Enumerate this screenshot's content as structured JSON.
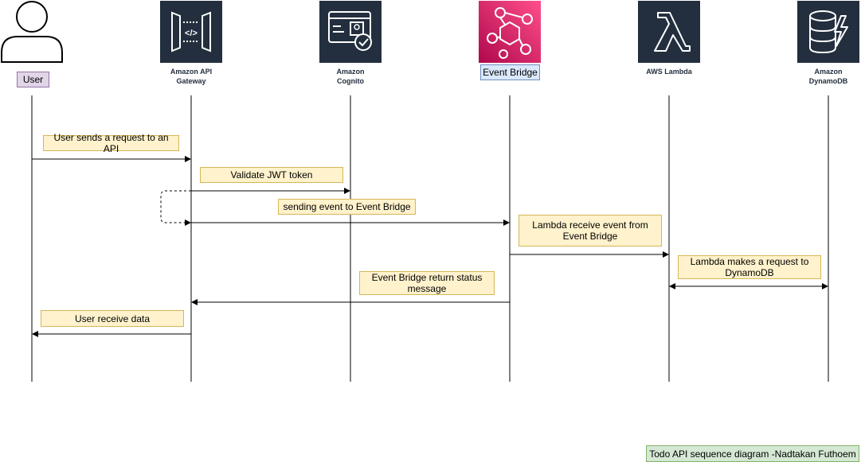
{
  "participants": {
    "user": {
      "label": "User",
      "icon": "user-icon"
    },
    "api_gateway": {
      "line1": "Amazon API",
      "line2": "Gateway",
      "icon": "api-gateway-icon",
      "color": "#232f3e"
    },
    "cognito": {
      "line1": "Amazon",
      "line2": "Cognito",
      "icon": "cognito-icon",
      "color": "#232f3e"
    },
    "event_bridge": {
      "label": "Event Bridge",
      "icon": "eventbridge-icon",
      "color": "#e7157b"
    },
    "lambda": {
      "line1": "AWS Lambda",
      "icon": "lambda-icon",
      "color": "#232f3e"
    },
    "dynamodb": {
      "line1": "Amazon",
      "line2": "DynamoDB",
      "icon": "dynamodb-icon",
      "color": "#232f3e"
    }
  },
  "messages": [
    {
      "id": "m1",
      "text": "User sends a request to an API"
    },
    {
      "id": "m2",
      "text": "Validate JWT token"
    },
    {
      "id": "m3",
      "text": "sending event to Event Bridge"
    },
    {
      "id": "m4",
      "line1": "Lambda receive event from",
      "line2": "Event Bridge"
    },
    {
      "id": "m5",
      "line1": "Lambda makes a request to",
      "line2": "DynamoDB"
    },
    {
      "id": "m6",
      "line1": "Event Bridge return status",
      "line2": "message"
    },
    {
      "id": "m7",
      "text": "User receive data"
    }
  ],
  "footer": {
    "text": "Todo API sequence diagram -Nadtakan Futhoem"
  },
  "colors": {
    "note_fill": "#fff2cc",
    "note_border": "#d6b656",
    "aws_dark": "#232f3e",
    "eventbridge": "#e7157b"
  }
}
